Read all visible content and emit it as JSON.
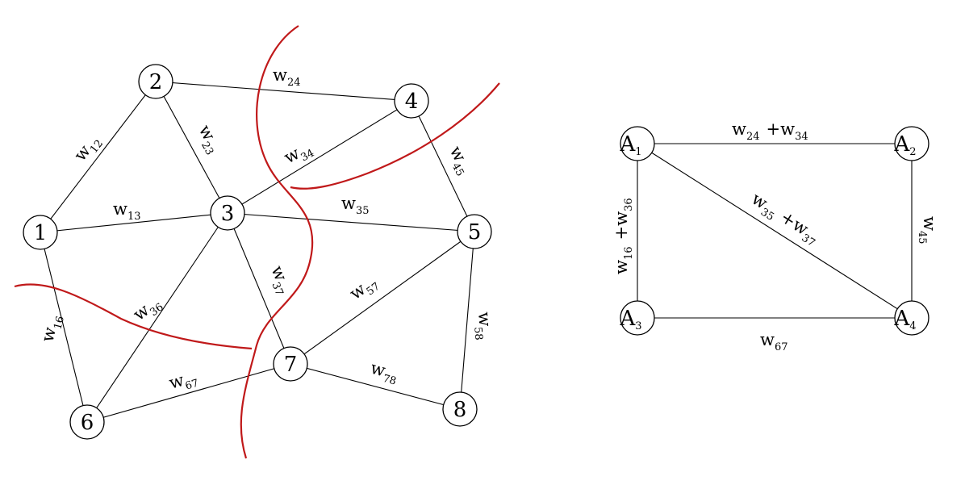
{
  "left_graph": {
    "nodes": [
      "1",
      "2",
      "3",
      "4",
      "5",
      "6",
      "7",
      "8"
    ],
    "edge_labels": {
      "w12": {
        "letter": "w",
        "sub": "12"
      },
      "w13": {
        "letter": "w",
        "sub": "13"
      },
      "w16": {
        "letter": "w",
        "sub": "16"
      },
      "w23": {
        "letter": "w",
        "sub": "23"
      },
      "w24": {
        "letter": "w",
        "sub": "24"
      },
      "w34": {
        "letter": "w",
        "sub": "34"
      },
      "w35": {
        "letter": "w",
        "sub": "35"
      },
      "w36": {
        "letter": "w",
        "sub": "36"
      },
      "w37": {
        "letter": "w",
        "sub": "37"
      },
      "w45": {
        "letter": "w",
        "sub": "45"
      },
      "w57": {
        "letter": "w",
        "sub": "57"
      },
      "w58": {
        "letter": "w",
        "sub": "58"
      },
      "w67": {
        "letter": "w",
        "sub": "67"
      },
      "w78": {
        "letter": "w",
        "sub": "78"
      }
    }
  },
  "right_graph": {
    "nodes": {
      "A1": {
        "letter": "A",
        "sub": "1"
      },
      "A2": {
        "letter": "A",
        "sub": "2"
      },
      "A3": {
        "letter": "A",
        "sub": "3"
      },
      "A4": {
        "letter": "A",
        "sub": "4"
      }
    },
    "edge_labels": {
      "top": {
        "w1": "w",
        "s1": "24",
        "plus": "+w",
        "s2": "34"
      },
      "left": {
        "w1": "w",
        "s1": "16",
        "plus": "+w",
        "s2": "36"
      },
      "diag": {
        "w1": "w",
        "s1": "35",
        "plus": "+w",
        "s2": "37"
      },
      "right": {
        "w1": "w",
        "s1": "45"
      },
      "bottom": {
        "w1": "w",
        "s1": "67"
      }
    }
  },
  "colors": {
    "cut_line": "#c0191a",
    "edge": "#000000",
    "node_fill": "#ffffff"
  }
}
